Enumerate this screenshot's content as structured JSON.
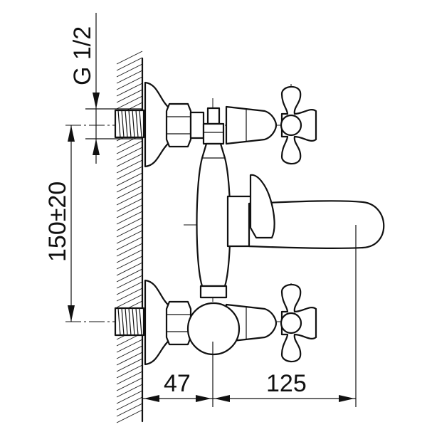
{
  "drawing": {
    "thread_label": "G 1/2",
    "inlet_spacing_label": "150±20",
    "wall_to_body_label": "47",
    "body_to_spout_label": "125"
  },
  "colors": {
    "line": "#111111",
    "background": "#ffffff"
  }
}
